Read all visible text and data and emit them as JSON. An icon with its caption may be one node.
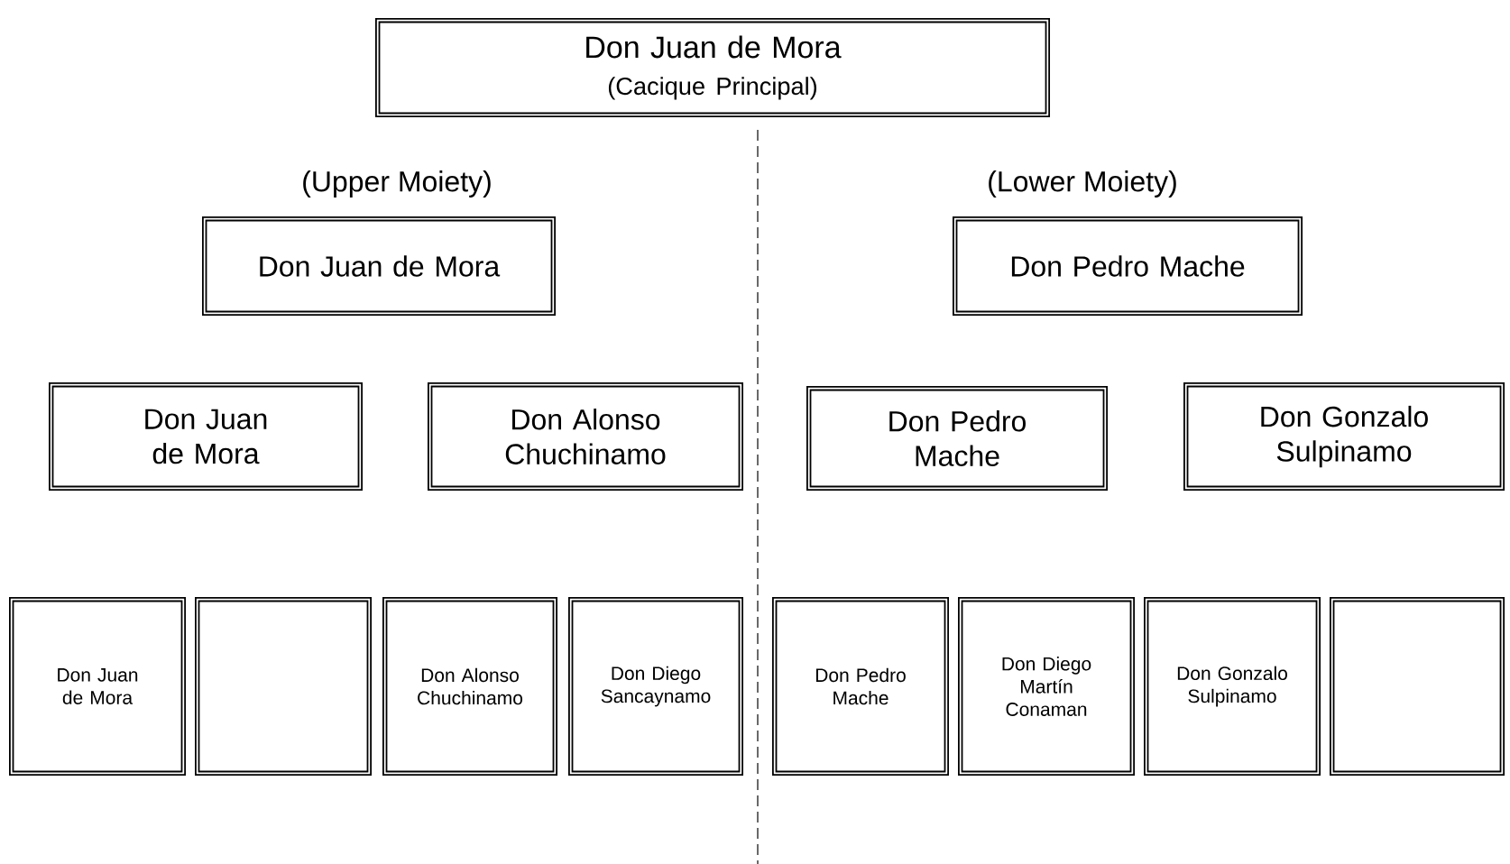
{
  "diagram": {
    "nodes": [
      {
        "text": [
          "Don Juan de Mora",
          "(Cacique Principal)"
        ]
      },
      {
        "text": [
          "Don Juan de Mora"
        ]
      },
      {
        "text": [
          "Don Pedro Mache"
        ]
      },
      {
        "text": [
          "Don Juan de Mora"
        ]
      },
      {
        "text": [
          "Don Alonso Chuchinamo"
        ]
      },
      {
        "text": [
          "Don Pedro Mache"
        ]
      },
      {
        "text": [
          "Don Gonzalo Sulpinamo"
        ]
      },
      {
        "text": [
          "Don Juan de Mora"
        ]
      },
      {
        "text": [],
        "shape": "box"
      },
      {
        "text": [
          "Don Alonso Chuchinamo"
        ]
      },
      {
        "text": [
          "Don Diego Sancaynamo"
        ]
      },
      {
        "text": [
          "Don Pedro Mache"
        ]
      },
      {
        "text": [
          "Don Diego Martín Conaman"
        ]
      },
      {
        "text": [
          "Don Gonzalo Sulpinamo"
        ]
      },
      {
        "text": [],
        "shape": "box"
      }
    ],
    "labels": [
      "(Upper Moiety)",
      "(Lower Moiety)"
    ]
  }
}
